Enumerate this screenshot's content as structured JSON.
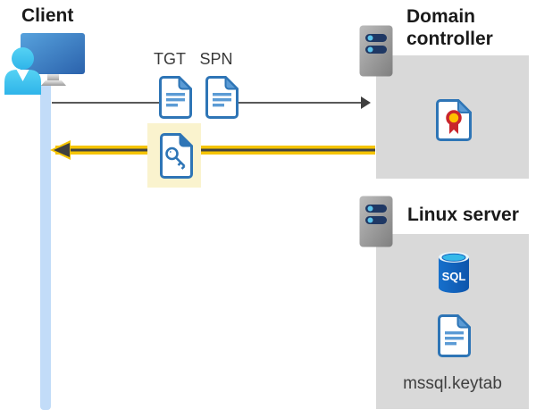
{
  "client": {
    "label": "Client"
  },
  "flow": {
    "tgt_label": "TGT",
    "spn_label": "SPN"
  },
  "domain_controller": {
    "title": "Domain controller"
  },
  "linux_server": {
    "title": "Linux server",
    "sql_label": "SQL",
    "keytab_label": "mssql.keytab"
  },
  "icons": {
    "client": "user-computer-icon",
    "lifeline": "client-lifeline-bar",
    "request": "right-arrow",
    "response": "yellow-left-arrow",
    "tgt": "document-icon",
    "spn": "document-icon",
    "ticket": "key-document-icon",
    "domain_controller": "server-icon",
    "certificate": "certificate-document-icon",
    "linux_server": "server-icon",
    "database": "sql-database-icon",
    "keytab": "document-icon"
  },
  "colors": {
    "box_gray": "#d9d9d9",
    "lifeline_blue": "#c2dcf8",
    "highlight_yellow": "#faf3ce",
    "arrow_gray": "#595959",
    "arrow_yellow": "#f5c400",
    "doc_border_blue": "#2e75b6",
    "doc_fill_blue": "#5b9bd5",
    "sql_blue": "#1362be",
    "sql_cyan": "#35b9e9",
    "cert_red": "#c9252c",
    "cert_yellow": "#ffc000",
    "server_slot_navy": "#1f3864",
    "server_dot_cyan": "#5bc4ec",
    "monitor_blue": "#3b78c2",
    "person_cyan": "#41c6f0"
  }
}
